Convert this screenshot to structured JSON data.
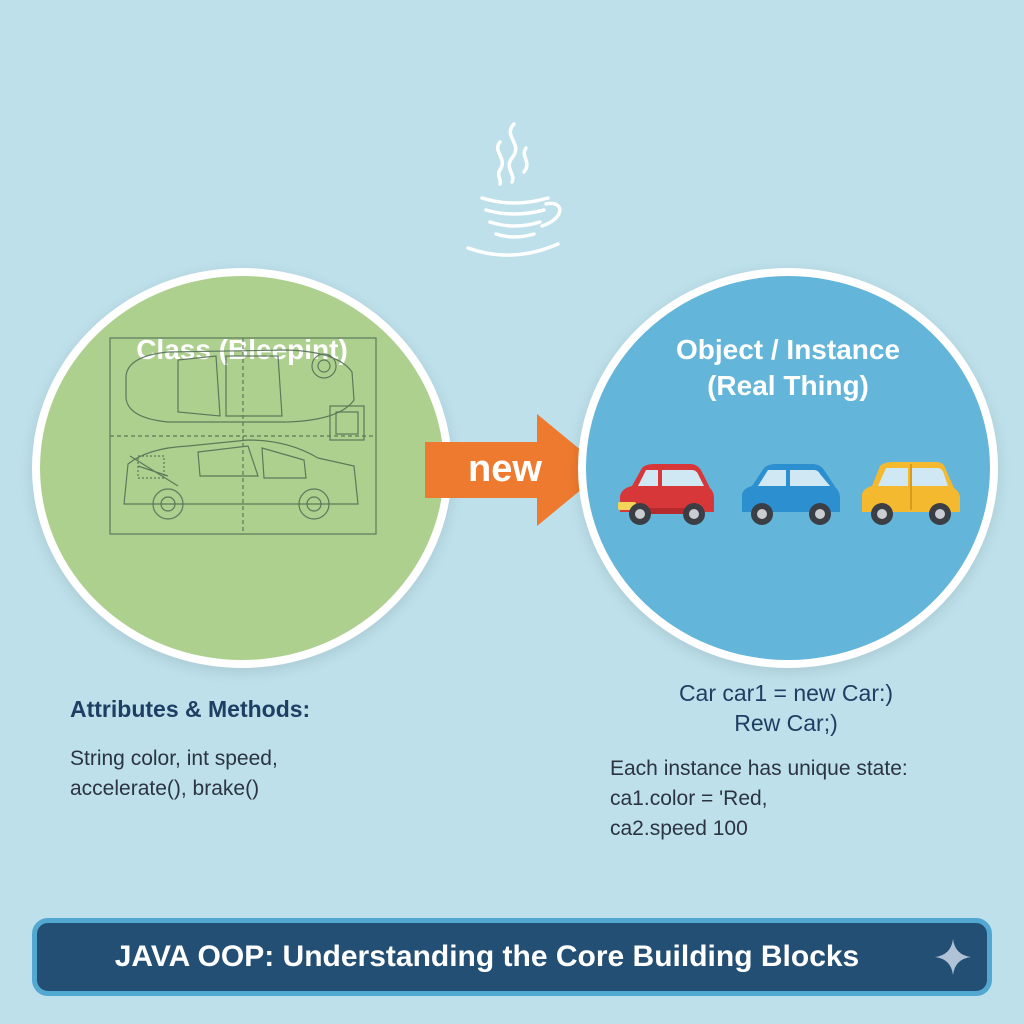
{
  "diagram": {
    "class_circle": {
      "title": "Class (Bleepint)"
    },
    "arrow": {
      "label": "new"
    },
    "object_circle": {
      "title_line1": "Object / Instance",
      "title_line2": "(Real Thing)"
    },
    "class_details": {
      "heading": "Attributes & Methods:",
      "lines": [
        "String color, int speed,",
        "accelerate(), brake()"
      ]
    },
    "object_details": {
      "code_lines": [
        "Car car1 = new Car:)",
        "Rew Car;)"
      ],
      "state_lines": [
        "Each instance has unique state:",
        "ca1.color = 'Red,",
        "ca2.speed 100"
      ]
    },
    "banner": {
      "text": "JAVA OOP: Understanding the Core Building Blocks"
    }
  },
  "colors": {
    "background": "#bde0ea",
    "class_circle": "#aed08f",
    "object_circle": "#63b5d9",
    "arrow": "#ee7a2f",
    "banner": "#234f75",
    "car_red": "#d8373a",
    "car_blue": "#2b8fd0",
    "car_yellow": "#f4b92e"
  },
  "icons": [
    "java-coffee-cup-icon",
    "car-blueprint-icon",
    "red-car-icon",
    "blue-car-icon",
    "yellow-car-icon",
    "sparkle-icon"
  ]
}
